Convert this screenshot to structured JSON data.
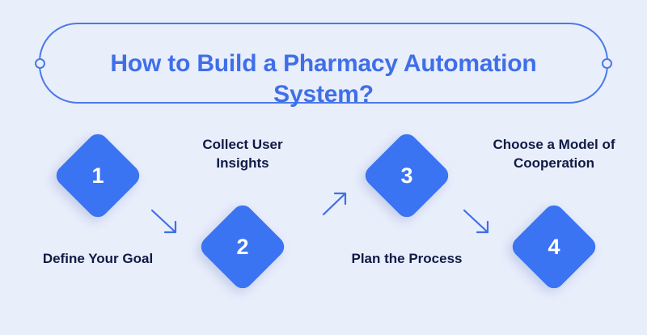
{
  "page": {
    "background_color": "#e9eefb",
    "accent_color": "#3b74f2",
    "title_color": "#3f6fe8",
    "label_color": "#101a45"
  },
  "header": {
    "title": "How to Build a Pharmacy Automation System?",
    "banner_border_color": "#4a7ae8",
    "left_node": "node-dot",
    "right_node": "node-dot"
  },
  "steps": [
    {
      "number": "1",
      "label": "Define Your Goal",
      "label_position": "below"
    },
    {
      "number": "2",
      "label": "Collect User\nInsights",
      "label_position": "above"
    },
    {
      "number": "3",
      "label": "Plan the Process",
      "label_position": "below"
    },
    {
      "number": "4",
      "label": "Choose a Model of\nCooperation",
      "label_position": "above"
    }
  ],
  "arrows": [
    {
      "name": "arrow-step-1-to-2",
      "direction": "down-right",
      "color": "#3f6fe8"
    },
    {
      "name": "arrow-step-2-to-3",
      "direction": "up-right",
      "color": "#3f6fe8"
    },
    {
      "name": "arrow-step-3-to-4",
      "direction": "down-right",
      "color": "#3f6fe8"
    }
  ]
}
